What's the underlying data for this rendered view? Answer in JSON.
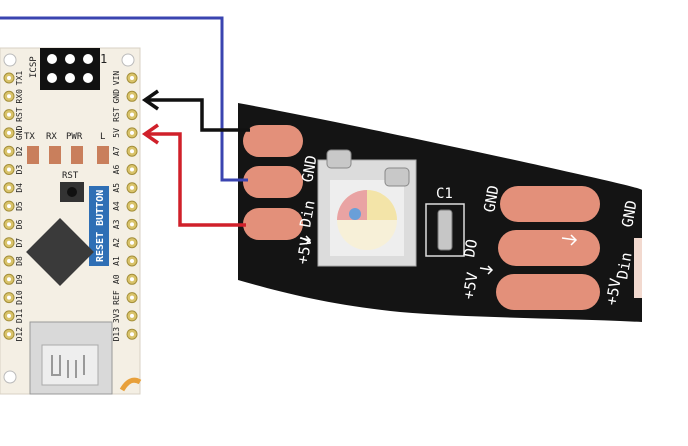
{
  "board": {
    "icsp_label": "ICSP",
    "icsp_pin1": "1",
    "left_pins": [
      "TX1",
      "RX0",
      "RST",
      "GND",
      "D2",
      "D3",
      "D4",
      "D5",
      "D6",
      "D7",
      "D8",
      "D9",
      "D10",
      "D11",
      "D12"
    ],
    "right_pins": [
      "VIN",
      "GND",
      "RST",
      "5V",
      "A7",
      "A6",
      "A5",
      "A4",
      "A3",
      "A2",
      "A1",
      "A0",
      "REF",
      "3V3",
      "D13"
    ],
    "led_labels": [
      "TX",
      "RX",
      "PWR",
      "L"
    ],
    "rst_label": "RST",
    "reset_button_label": "RESET BUTTON"
  },
  "strip": {
    "pad_labels_left": [
      "GND",
      "Din",
      "+5V"
    ],
    "chip_label": "C1",
    "pad_labels_mid": [
      "GND",
      "DO",
      "+5V"
    ],
    "pad_labels_right": [
      "GND",
      "Din",
      "+5V"
    ]
  },
  "wires": [
    {
      "name": "data-wire",
      "color": "#3a44b0"
    },
    {
      "name": "ground-wire",
      "color": "#111111"
    },
    {
      "name": "power-wire",
      "color": "#d0202a"
    }
  ],
  "colors": {
    "strip_body": "#141414",
    "copper_pad": "#e3907a",
    "board_body": "#f4efe4",
    "header_pin": "#d9c36a",
    "reset_label_bg": "#2f6fb5"
  }
}
